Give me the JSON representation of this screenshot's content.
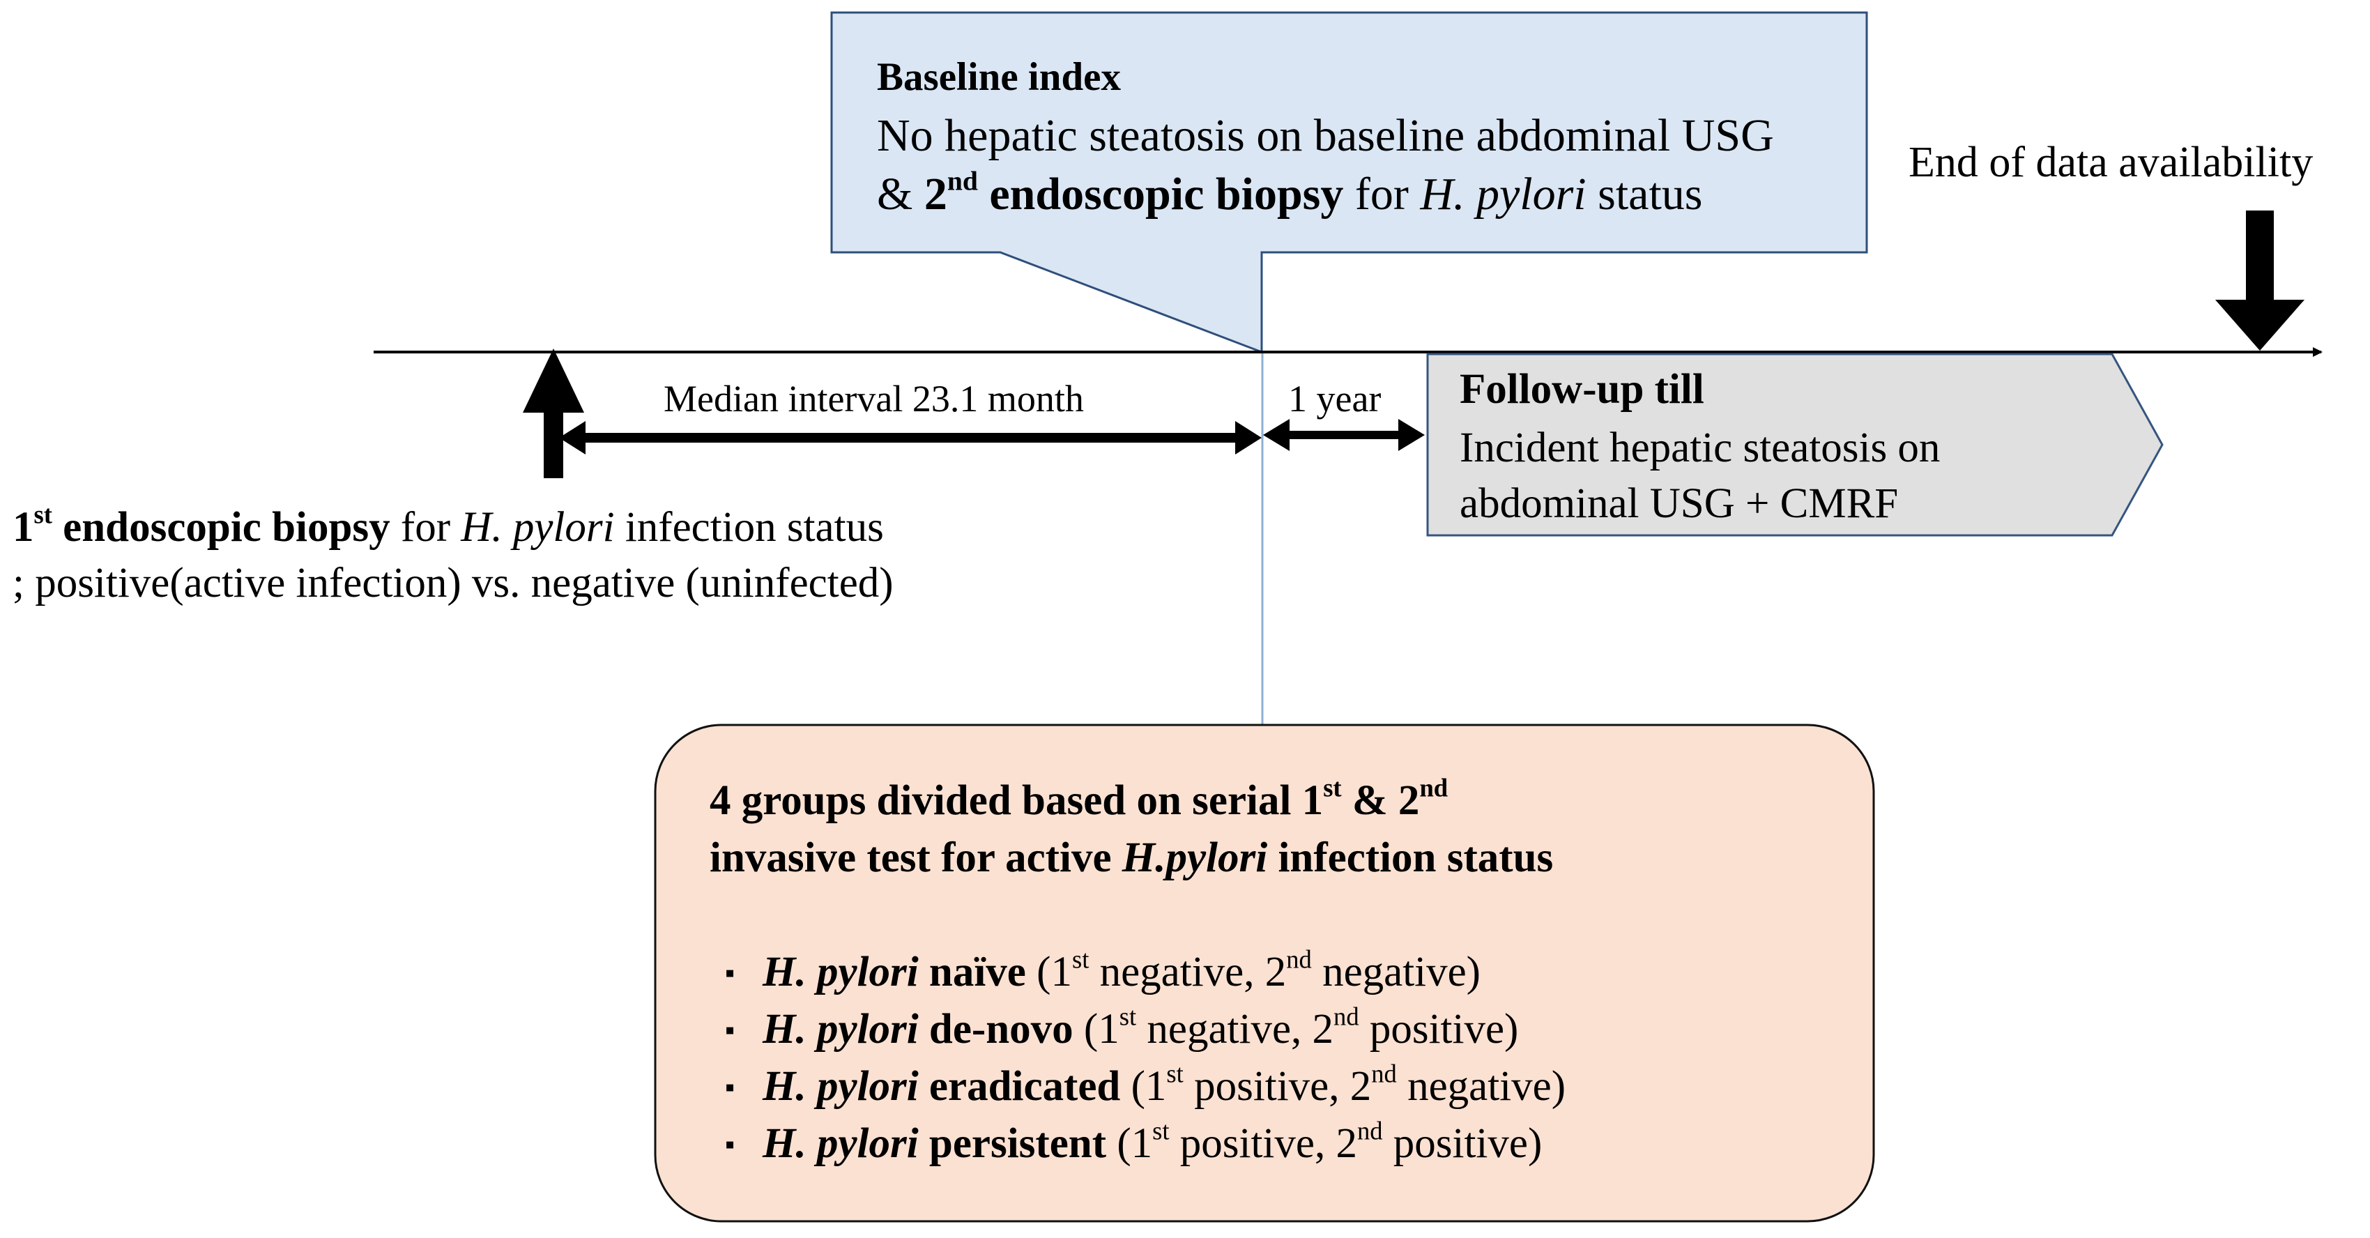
{
  "baseline": {
    "title": "Baseline index",
    "line1": "No hepatic steatosis on baseline abdominal USG",
    "line2_prefix": "& ",
    "line2_num": "2",
    "line2_sup": "nd",
    "line2_bold": " endoscopic biopsy",
    "line2_mid": " for ",
    "line2_italic": "H. pylori",
    "line2_end": " status"
  },
  "end_of_data": "End of data availability",
  "timeline": {
    "median_interval": "Median interval 23.1 month",
    "one_year": "1 year"
  },
  "followup": {
    "title": "Follow-up till",
    "line1": "Incident hepatic steatosis on",
    "line2": "abdominal USG + CMRF"
  },
  "first_biopsy": {
    "num": "1",
    "sup": "st",
    "bold": " endoscopic biopsy",
    "mid": " for ",
    "italic": "H. pylori",
    "end": " infection status",
    "line2": "; positive(active infection) vs. negative (uninfected)"
  },
  "groups": {
    "title_line1_pre": "4 groups divided based on serial 1",
    "title_line1_sup1": "st",
    "title_line1_mid": " & 2",
    "title_line1_sup2": "nd",
    "title_line2_pre": "invasive test for active ",
    "title_line2_italic": "H.pylori",
    "title_line2_end": " infection status",
    "bullet": "▪",
    "items": [
      {
        "species": "H. pylori",
        "name": " naïve",
        "detail_pre": " (1",
        "s1": "st",
        "detail_mid": " negative, 2",
        "s2": "nd",
        "detail_end": " negative)"
      },
      {
        "species": "H. pylori",
        "name": " de-novo",
        "detail_pre": " (1",
        "s1": "st",
        "detail_mid": " negative, 2",
        "s2": "nd",
        "detail_end": " positive)"
      },
      {
        "species": "H. pylori",
        "name": " eradicated",
        "detail_pre": " (1",
        "s1": "st",
        "detail_mid": " positive, 2",
        "s2": "nd",
        "detail_end": " negative)"
      },
      {
        "species": "H. pylori",
        "name": " persistent",
        "detail_pre": " (1",
        "s1": "st",
        "detail_mid": " positive, 2",
        "s2": "nd",
        "detail_end": " positive)"
      }
    ]
  },
  "colors": {
    "baseline_fill": "#dae6f4",
    "baseline_stroke": "#2f4e7a",
    "followup_fill": "#e0e0e0",
    "followup_stroke": "#36557f",
    "groups_fill": "#fbe1d2",
    "groups_stroke": "#111111",
    "connector": "#8fb0d4"
  }
}
